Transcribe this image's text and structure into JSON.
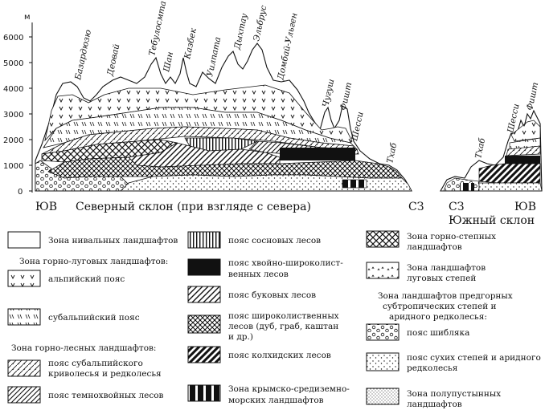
{
  "y_axis": {
    "unit": "м",
    "ticks": [
      "6000",
      "5000",
      "4000",
      "3000",
      "2000",
      "1000",
      "0"
    ]
  },
  "profile": {
    "dir_left": "ЮВ",
    "title_north": "Северный склон (при взгляде с севера)",
    "dir_sz1": "СЗ",
    "dir_sz2": "СЗ",
    "dir_right": "ЮВ",
    "title_south": "Южный склон"
  },
  "peaks": [
    "Базардюзю",
    "Деовай",
    "Тебулосмта",
    "Шан",
    "Казбек",
    "Уилпата",
    "Дыхтау",
    "Эльбрус",
    "Домбай-Ульген",
    "Чугуш",
    "Фишт",
    "Шесси",
    "Тхаб",
    "Тхаб",
    "Шесси",
    "Фишт"
  ],
  "legend": {
    "nival": "Зона нивальных ландшафтов",
    "meadow_header": "Зона горно-луговых ландшафтов:",
    "alpine": "альпийский пояс",
    "subalpine": "субальпийский пояс",
    "forest_header": "Зона горно-лесных ландшафтов:",
    "crooked_l1": "пояс субальпийского",
    "crooked_l2": "криволесья и редколесья",
    "darkconif": "пояс темнохвойных лесов",
    "pine": "пояс сосновых лесов",
    "mixed_l1": "пояс хвойно-широколист-",
    "mixed_l2": "венных лесов",
    "beech": "пояс буковых лесов",
    "broad_l1": "пояс широколиственных",
    "broad_l2": "лесов (дуб, граб, каштан",
    "broad_l3": "и др.)",
    "colchis": "пояс колхидских лесов",
    "crimea_l1": "Зона крымско-средиземно-",
    "crimea_l2": "морских ландшафтов",
    "steppe_l1": "Зона горно-степных",
    "steppe_l2": "ландшафтов",
    "meadowsteppe_l1": "Зона ландшафтов",
    "meadowsteppe_l2": "луговых степей",
    "foot_l1": "Зона ландшафтов предгорных",
    "foot_l2": "субтропических степей и",
    "foot_l3": "аридного редколесья:",
    "shiblyak": "пояс шибляка",
    "dry_l1": "пояс сухих степей и аридного",
    "dry_l2": "редколесья",
    "semidesert_l1": "Зона полупустынных",
    "semidesert_l2": "ландшафтов"
  }
}
